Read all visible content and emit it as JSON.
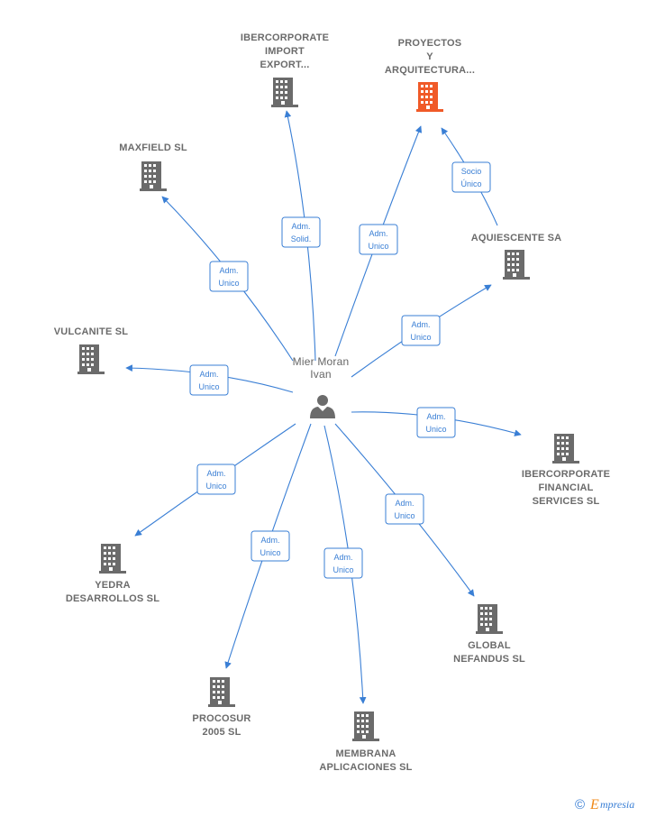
{
  "center": {
    "name": "Mier Moran\nIvan"
  },
  "nodes": [
    {
      "id": "ibercorporate-import",
      "label": "IBERCORPORATE\nIMPORT\nEXPORT...",
      "color": "#6b6b6b"
    },
    {
      "id": "proyectos-arquitectura",
      "label": "PROYECTOS\nY\nARQUITECTURA...",
      "color": "#f05a28"
    },
    {
      "id": "maxfield",
      "label": "MAXFIELD SL",
      "color": "#6b6b6b"
    },
    {
      "id": "aquiescente",
      "label": "AQUIESCENTE SA",
      "color": "#6b6b6b"
    },
    {
      "id": "vulcanite",
      "label": "VULCANITE SL",
      "color": "#6b6b6b"
    },
    {
      "id": "ibercorporate-financial",
      "label": "IBERCORPORATE\nFINANCIAL\nSERVICES SL",
      "color": "#6b6b6b"
    },
    {
      "id": "yedra",
      "label": "YEDRA\nDESARROLLOS SL",
      "color": "#6b6b6b"
    },
    {
      "id": "global-nefandus",
      "label": "GLOBAL\nNEFANDUS SL",
      "color": "#6b6b6b"
    },
    {
      "id": "procosur",
      "label": "PROCOSUR\n2005 SL",
      "color": "#6b6b6b"
    },
    {
      "id": "membrana",
      "label": "MEMBRANA\nAPLICACIONES SL",
      "color": "#6b6b6b"
    }
  ],
  "edges": [
    {
      "id": "e-ibercorporate-import",
      "label": "Adm.\nSolid."
    },
    {
      "id": "e-proyectos",
      "label": "Adm.\nUnico"
    },
    {
      "id": "e-maxfield",
      "label": "Adm.\nUnico"
    },
    {
      "id": "e-aquiescente",
      "label": "Adm.\nUnico"
    },
    {
      "id": "e-aquiescente-proyectos",
      "label": "Socio\nÚnico"
    },
    {
      "id": "e-vulcanite",
      "label": "Adm.\nUnico"
    },
    {
      "id": "e-ibercorporate-financial",
      "label": "Adm.\nUnico"
    },
    {
      "id": "e-yedra",
      "label": "Adm.\nUnico"
    },
    {
      "id": "e-global-nefandus",
      "label": "Adm.\nUnico"
    },
    {
      "id": "e-procosur",
      "label": "Adm.\nUnico"
    },
    {
      "id": "e-membrana",
      "label": "Adm.\nUnico"
    }
  ],
  "colors": {
    "edge": "#3a7fd5",
    "building": "#6b6b6b",
    "highlight": "#f05a28"
  },
  "footer": {
    "copyright": "©",
    "brand_initial": "E",
    "brand_rest": "mpresia"
  }
}
